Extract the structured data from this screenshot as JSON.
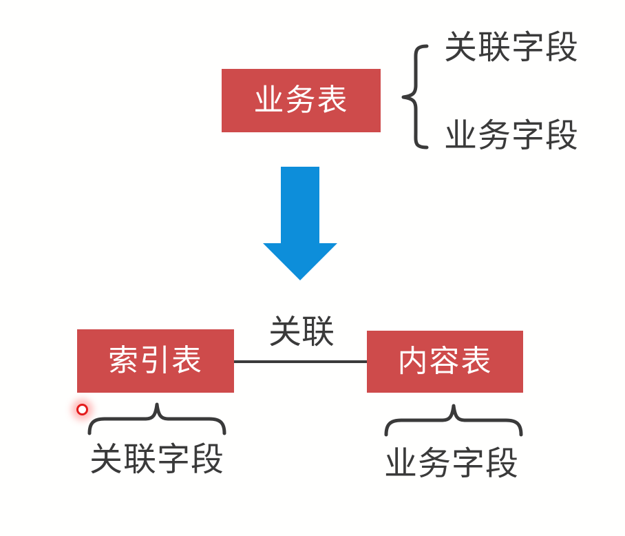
{
  "colors": {
    "background": "#fffffe",
    "box_red": "#ce4b4b",
    "box_text_white": "#ffffff",
    "label_dark": "#3a3a3a",
    "arrow_blue": "#0d8eda",
    "pointer_red": "#e31c1c"
  },
  "icons": {
    "down_arrow": "down-arrow",
    "curly_brace_right": "curly-brace",
    "horizontal_brace_up": "horizontal-brace",
    "laser_pointer": "laser-pointer-dot"
  },
  "top": {
    "table": "业务表",
    "fields": [
      "关联字段",
      "业务字段"
    ]
  },
  "bottom": {
    "relation": "关联",
    "left": {
      "table": "索引表",
      "field": "关联字段"
    },
    "right": {
      "table": "内容表",
      "field": "业务字段"
    }
  }
}
